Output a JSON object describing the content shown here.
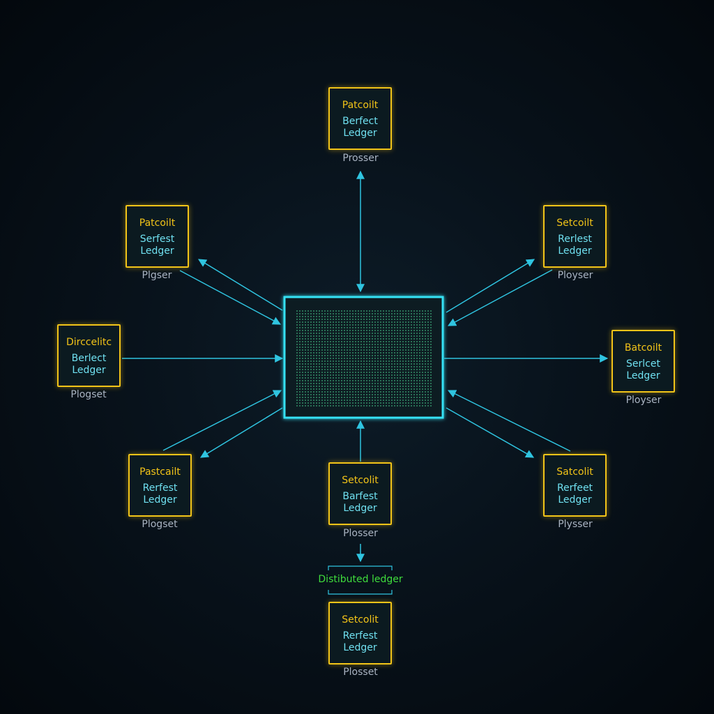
{
  "colors": {
    "node_border": "#f2c418",
    "accent": "#2fd0ea",
    "label": "#3fdc3c"
  },
  "nodes": {
    "top": {
      "title": "Patcoilt",
      "subtitle": "Berfect Ledger",
      "caption": "Prosser"
    },
    "top_left": {
      "title": "Patcoilt",
      "subtitle": "Serfest Ledger",
      "caption": "Plgser"
    },
    "top_right": {
      "title": "Setcoilt",
      "subtitle": "Rerlest Ledger",
      "caption": "Ployser"
    },
    "left": {
      "title": "Dirccelitc",
      "subtitle": "Berlect Ledger",
      "caption": "Plogset"
    },
    "right": {
      "title": "Batcoilt",
      "subtitle": "Serlcet Ledger",
      "caption": "Ployser"
    },
    "bottom_left": {
      "title": "Pastcailt",
      "subtitle": "Rerfest Ledger",
      "caption": "Plogset"
    },
    "bottom": {
      "title": "Setcolit",
      "subtitle": "Barfest Ledger",
      "caption": "Plosser"
    },
    "bottom_right": {
      "title": "Satcolit",
      "subtitle": "Rerfeet Ledger",
      "caption": "Plysser"
    },
    "lowest": {
      "title": "Setcolit",
      "subtitle": "Rerfest Ledger",
      "caption": "Plosset"
    }
  },
  "distributed_label": "Distibuted ledger"
}
